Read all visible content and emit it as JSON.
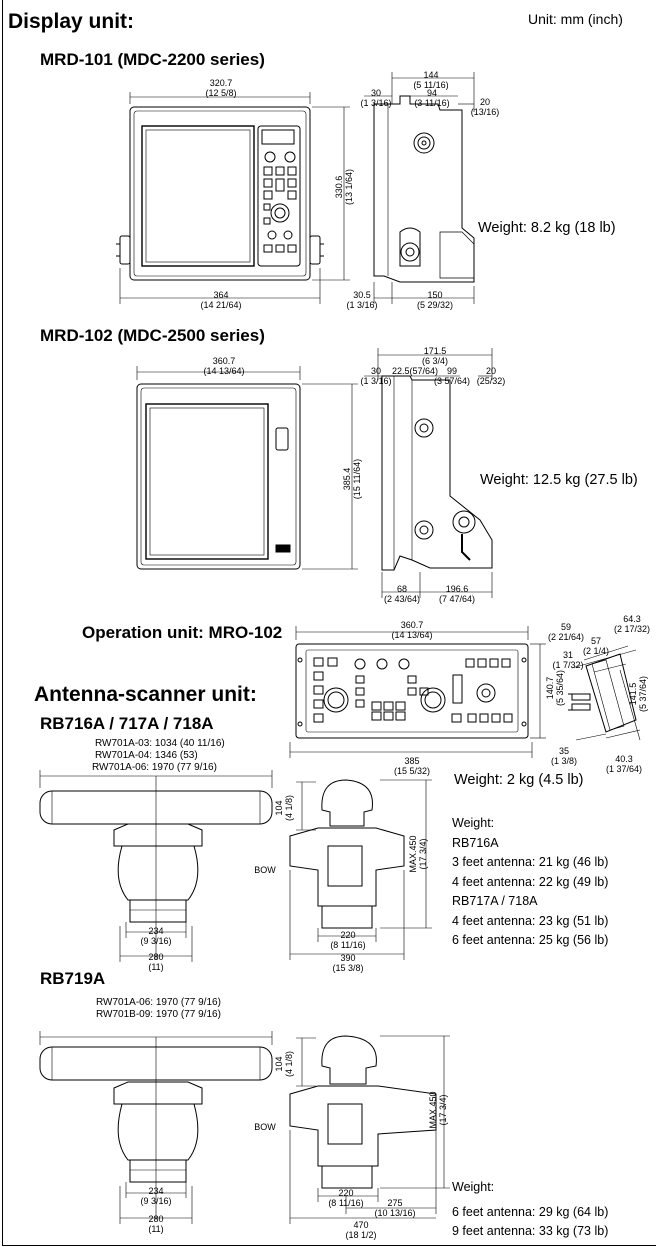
{
  "unit_note": "Unit: mm (inch)",
  "display_heading": "Display unit:",
  "mrd101": {
    "title": "MRD-101 (MDC-2200 series)",
    "weight": "Weight: 8.2 kg (18 lb)",
    "dims": {
      "top_width": "320.7",
      "top_width_in": "(12 5/8)",
      "height": "330.6",
      "height_in": "(13 1/64)",
      "base_width": "364",
      "base_width_in": "(14 21/64)",
      "side_total": "144",
      "side_total_in": "(5 11/16)",
      "side_30": "30",
      "side_30_in": "(1 3/16)",
      "side_94": "94",
      "side_94_in": "(3 11/16)",
      "side_20": "20",
      "side_20_in": "(13/16)",
      "side_305": "30.5",
      "side_305_in": "(1 3/16)",
      "side_150": "150",
      "side_150_in": "(5 29/32)"
    }
  },
  "mrd102": {
    "title": "MRD-102 (MDC-2500 series)",
    "weight": "Weight: 12.5 kg (27.5 lb)",
    "dims": {
      "top_width": "360.7",
      "top_width_in": "(14 13/64)",
      "height": "385.4",
      "height_in": "(15 11/64)",
      "side_total": "171.5",
      "side_total_in": "(6 3/4)",
      "side_30": "30",
      "side_30_in": "(1 3/16)",
      "side_225": "22.5(57/64)",
      "side_99": "99",
      "side_99_in": "(3 57/64)",
      "side_20": "20",
      "side_20_in": "(25/32)",
      "side_68": "68",
      "side_68_in": "(2 43/64)",
      "side_1966": "196.6",
      "side_1966_in": "(7 47/64)"
    }
  },
  "mro102": {
    "title": "Operation unit: MRO-102",
    "weight": "Weight: 2 kg (4.5 lb)",
    "dims": {
      "top_width": "360.7",
      "top_width_in": "(14 13/64)",
      "height": "140.7",
      "height_in": "(5 35/64)",
      "base_width": "385",
      "base_width_in": "(15 5/32)",
      "side_59": "59",
      "side_59_in": "(2 21/64)",
      "side_643": "64.3",
      "side_643_in": "(2 17/32)",
      "side_57": "57",
      "side_57_in": "(2 1/4)",
      "side_31": "31",
      "side_31_in": "(1 7/32)",
      "side_1415": "141.5",
      "side_1415_in": "(5 37/64)",
      "side_35": "35",
      "side_35_in": "(1 3/8)",
      "side_403": "40.3",
      "side_403_in": "(1 37/64)"
    }
  },
  "antenna_heading": "Antenna-scanner unit:",
  "rb716": {
    "title": "RB716A / 717A / 718A",
    "rw": [
      "RW701A-03: 1034 (40 11/16)",
      "RW701A-04: 1346 (53)",
      "RW701A-06: 1970 (77 9/16)"
    ],
    "dims": {
      "h104": "104",
      "h104_in": "(4 1/8)",
      "w234": "234",
      "w234_in": "(9 3/16)",
      "w280": "280",
      "w280_in": "(11)",
      "w220": "220",
      "w220_in": "(8 11/16)",
      "w390": "390",
      "w390_in": "(15 3/8)",
      "max": "MAX.450",
      "max_in": "(17 3/4)",
      "bow": "BOW"
    },
    "weight": [
      "Weight:",
      "RB716A",
      "3 feet antenna: 21 kg (46 lb)",
      "4 feet antenna: 22 kg (49 lb)",
      "RB717A / 718A",
      "4 feet antenna: 23 kg (51 lb)",
      "6 feet antenna: 25 kg (56 lb)"
    ]
  },
  "rb719": {
    "title": "RB719A",
    "rw": [
      "RW701A-06: 1970 (77 9/16)",
      "RW701B-09: 1970 (77 9/16)"
    ],
    "dims": {
      "h104": "104",
      "h104_in": "(4 1/8)",
      "w234": "234",
      "w234_in": "(9 3/16)",
      "w280": "280",
      "w280_in": "(11)",
      "w220": "220",
      "w220_in": "(8 11/16)",
      "w275": "275",
      "w275_in": "(10 13/16)",
      "w470": "470",
      "w470_in": "(18 1/2)",
      "max": "MAX.450",
      "max_in": "(17 3/4)",
      "bow": "BOW"
    },
    "weight": [
      "Weight:",
      "6 feet antenna: 29 kg (64 lb)",
      "9 feet antenna: 33 kg (73 lb)"
    ]
  }
}
